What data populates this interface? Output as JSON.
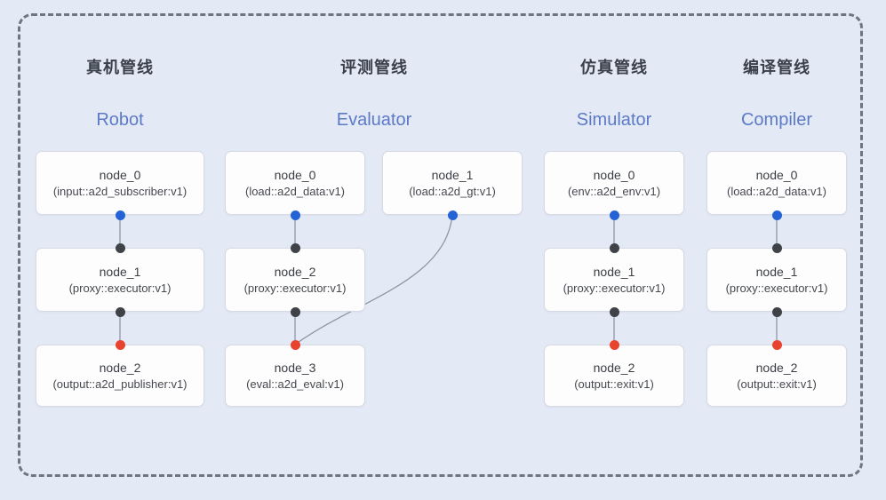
{
  "colors": {
    "canvas_bg": "#e4e9f6",
    "boundary": "#6f7683",
    "edge": "#8e96a6",
    "title_zh": "#3a4049",
    "title_en": "#5c7ac6",
    "port_output": "#2463d6",
    "port_internal": "#3f4246",
    "port_input": "#e8432e"
  },
  "pipelines": [
    {
      "id": "robot",
      "title_zh": "真机管线",
      "title_en": "Robot",
      "nodes": [
        {
          "name": "node_0",
          "type": "(input::a2d_subscriber:v1)"
        },
        {
          "name": "node_1",
          "type": "(proxy::executor:v1)"
        },
        {
          "name": "node_2",
          "type": "(output::a2d_publisher:v1)"
        }
      ]
    },
    {
      "id": "evaluator",
      "title_zh": "评测管线",
      "title_en": "Evaluator",
      "nodes": [
        {
          "name": "node_0",
          "type": "(load::a2d_data:v1)"
        },
        {
          "name": "node_1",
          "type": "(load::a2d_gt:v1)"
        },
        {
          "name": "node_2",
          "type": "(proxy::executor:v1)"
        },
        {
          "name": "node_3",
          "type": "(eval::a2d_eval:v1)"
        }
      ]
    },
    {
      "id": "simulator",
      "title_zh": "仿真管线",
      "title_en": "Simulator",
      "nodes": [
        {
          "name": "node_0",
          "type": "(env::a2d_env:v1)"
        },
        {
          "name": "node_1",
          "type": "(proxy::executor:v1)"
        },
        {
          "name": "node_2",
          "type": "(output::exit:v1)"
        }
      ]
    },
    {
      "id": "compiler",
      "title_zh": "编译管线",
      "title_en": "Compiler",
      "nodes": [
        {
          "name": "node_0",
          "type": "(load::a2d_data:v1)"
        },
        {
          "name": "node_1",
          "type": "(proxy::executor:v1)"
        },
        {
          "name": "node_2",
          "type": "(output::exit:v1)"
        }
      ]
    }
  ]
}
